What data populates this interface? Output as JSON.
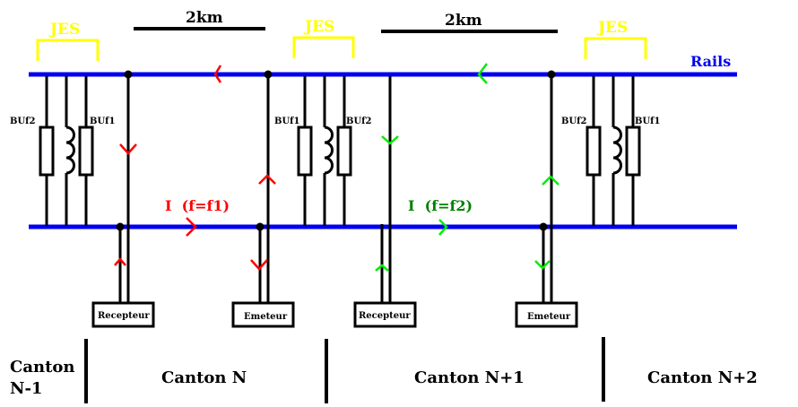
{
  "colors": {
    "rail": "#0000ee",
    "jes": "#ffff00",
    "signal_f1": "#ff0000",
    "signal_f2": "#00ee00",
    "label_f2": "#008000",
    "wire": "#000000",
    "rails_label": "#0000ee"
  },
  "rails_label": "Rails",
  "distances": [
    {
      "label": "2km"
    },
    {
      "label": "2km"
    }
  ],
  "jes": [
    {
      "label": "JES"
    },
    {
      "label": "JES"
    },
    {
      "label": "JES"
    }
  ],
  "buf_groups": [
    {
      "left": "BUf2",
      "right": "BUf1"
    },
    {
      "left": "BUf1",
      "right": "BUf2"
    },
    {
      "left": "BUf2",
      "right": "BUf1"
    }
  ],
  "currents": [
    {
      "label": "I  (f=f1)",
      "color": "#ff0000"
    },
    {
      "label": "I  (f=f2)",
      "color": "#008000"
    }
  ],
  "devices": [
    {
      "label": "Recepteur"
    },
    {
      "label": "Emeteur"
    },
    {
      "label": "Recepteur"
    },
    {
      "label": "Emeteur"
    }
  ],
  "cantons": [
    {
      "label": "Canton",
      "label2": "N-1"
    },
    {
      "label": "Canton N"
    },
    {
      "label": "Canton N+1"
    },
    {
      "label": "Canton N+2"
    }
  ]
}
